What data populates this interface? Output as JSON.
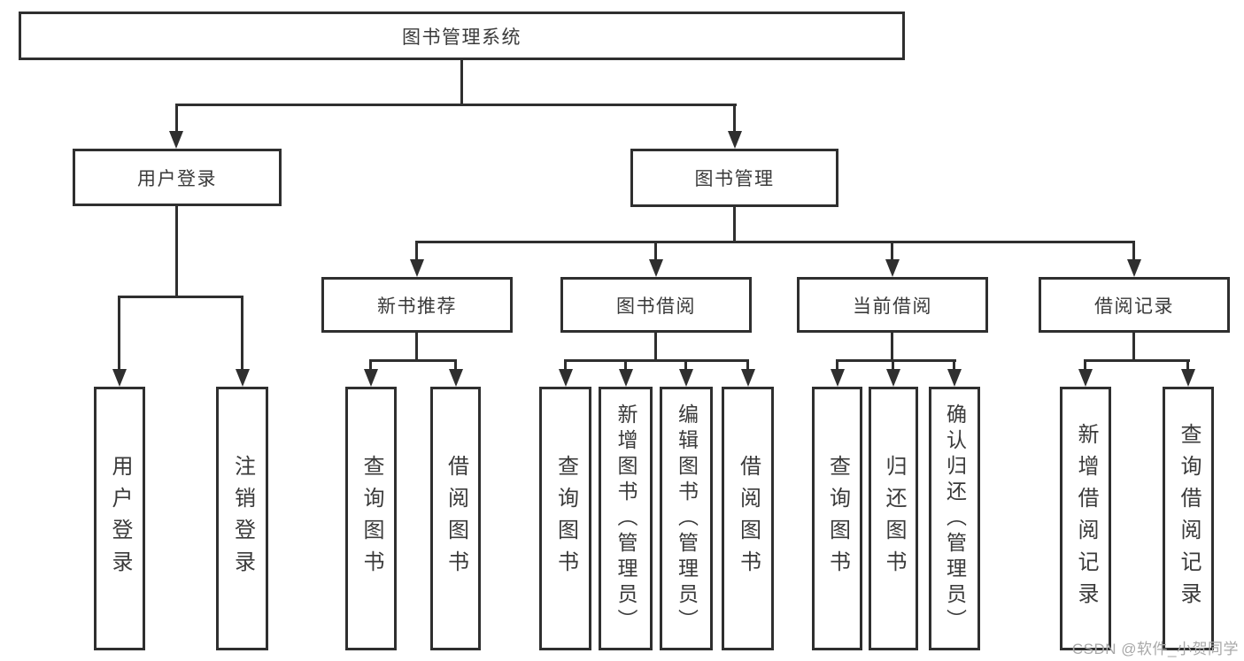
{
  "colors": {
    "line": "#2f2f2f",
    "text": "#3a3a3a",
    "watermark": "#a8a8a8",
    "background": "#ffffff"
  },
  "tree": {
    "root": {
      "label": "图书管理系统"
    },
    "level2": [
      {
        "label": "用户登录"
      },
      {
        "label": "图书管理"
      }
    ],
    "level3": [
      {
        "label": "新书推荐"
      },
      {
        "label": "图书借阅"
      },
      {
        "label": "当前借阅"
      },
      {
        "label": "借阅记录"
      }
    ],
    "leaves": {
      "user_login": [
        {
          "label": "用户登录"
        },
        {
          "label": "注销登录"
        }
      ],
      "new_book": [
        {
          "label": "查询图书"
        },
        {
          "label": "借阅图书"
        }
      ],
      "book_borrow": [
        {
          "label": "查询图书"
        },
        {
          "label": "新增图书（管理员）"
        },
        {
          "label": "编辑图书（管理员）"
        },
        {
          "label": "借阅图书"
        }
      ],
      "current_borrow": [
        {
          "label": "查询图书"
        },
        {
          "label": "归还图书"
        },
        {
          "label": "确认归还（管理员）"
        }
      ],
      "borrow_record": [
        {
          "label": "新增借阅记录"
        },
        {
          "label": "查询借阅记录"
        }
      ]
    }
  },
  "watermark": {
    "text": "CSDN @软件_小贺同学"
  }
}
